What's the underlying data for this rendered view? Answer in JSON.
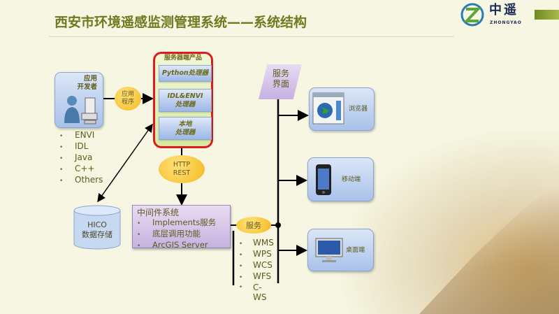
{
  "title": "西安市环境遥感监测管理系统——系统结构",
  "logo": {
    "cn": "中遥",
    "en": "ZHONGYAO"
  },
  "developer": {
    "label_line1": "应用",
    "label_line2": "开发者",
    "languages": [
      "ENVI",
      "IDL",
      "Java",
      "C++",
      "Others"
    ]
  },
  "app_program": {
    "line1": "应用",
    "line2": "程序"
  },
  "server_products": {
    "title": "服务器端产品",
    "processors": [
      {
        "line1": "Python处理器",
        "line2": ""
      },
      {
        "line1": "IDL&ENVI",
        "line2": "处理器"
      },
      {
        "line1": "本地",
        "line2": "处理器"
      }
    ]
  },
  "http": {
    "line1": "HTTP",
    "line2": "REST"
  },
  "storage": {
    "line1": "HICO",
    "line2": "数据存储"
  },
  "middleware": {
    "title": "中间件系统",
    "items": [
      "Implements服务",
      "底层调用功能",
      "ArcGIS Server"
    ]
  },
  "service": "服务",
  "service_types": [
    "WMS",
    "WPS",
    "WCS",
    "WFS",
    "C-WS"
  ],
  "service_interface": {
    "line1": "服务",
    "line2": "界面"
  },
  "clients": [
    {
      "label": "浏览器"
    },
    {
      "label": "移动端"
    },
    {
      "label": "桌面端"
    }
  ],
  "colors": {
    "title": "#6d7a1f",
    "server_border": "#e01b1b",
    "accent_yellow": "#f5b820"
  }
}
